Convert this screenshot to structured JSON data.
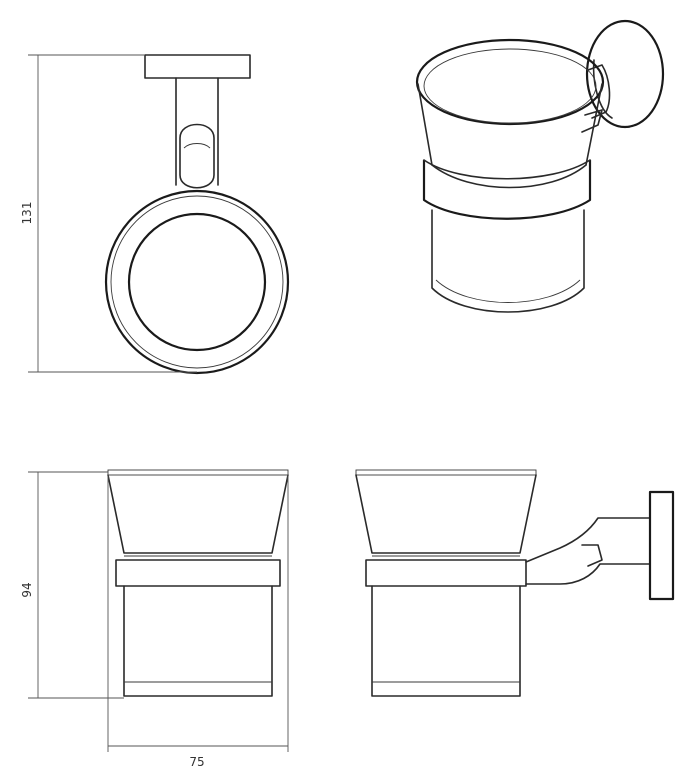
{
  "dimensions": {
    "height_top": "131",
    "height_front": "94",
    "width_front": "75"
  },
  "colors": {
    "line": "#2a2a2a",
    "background": "#ffffff"
  }
}
